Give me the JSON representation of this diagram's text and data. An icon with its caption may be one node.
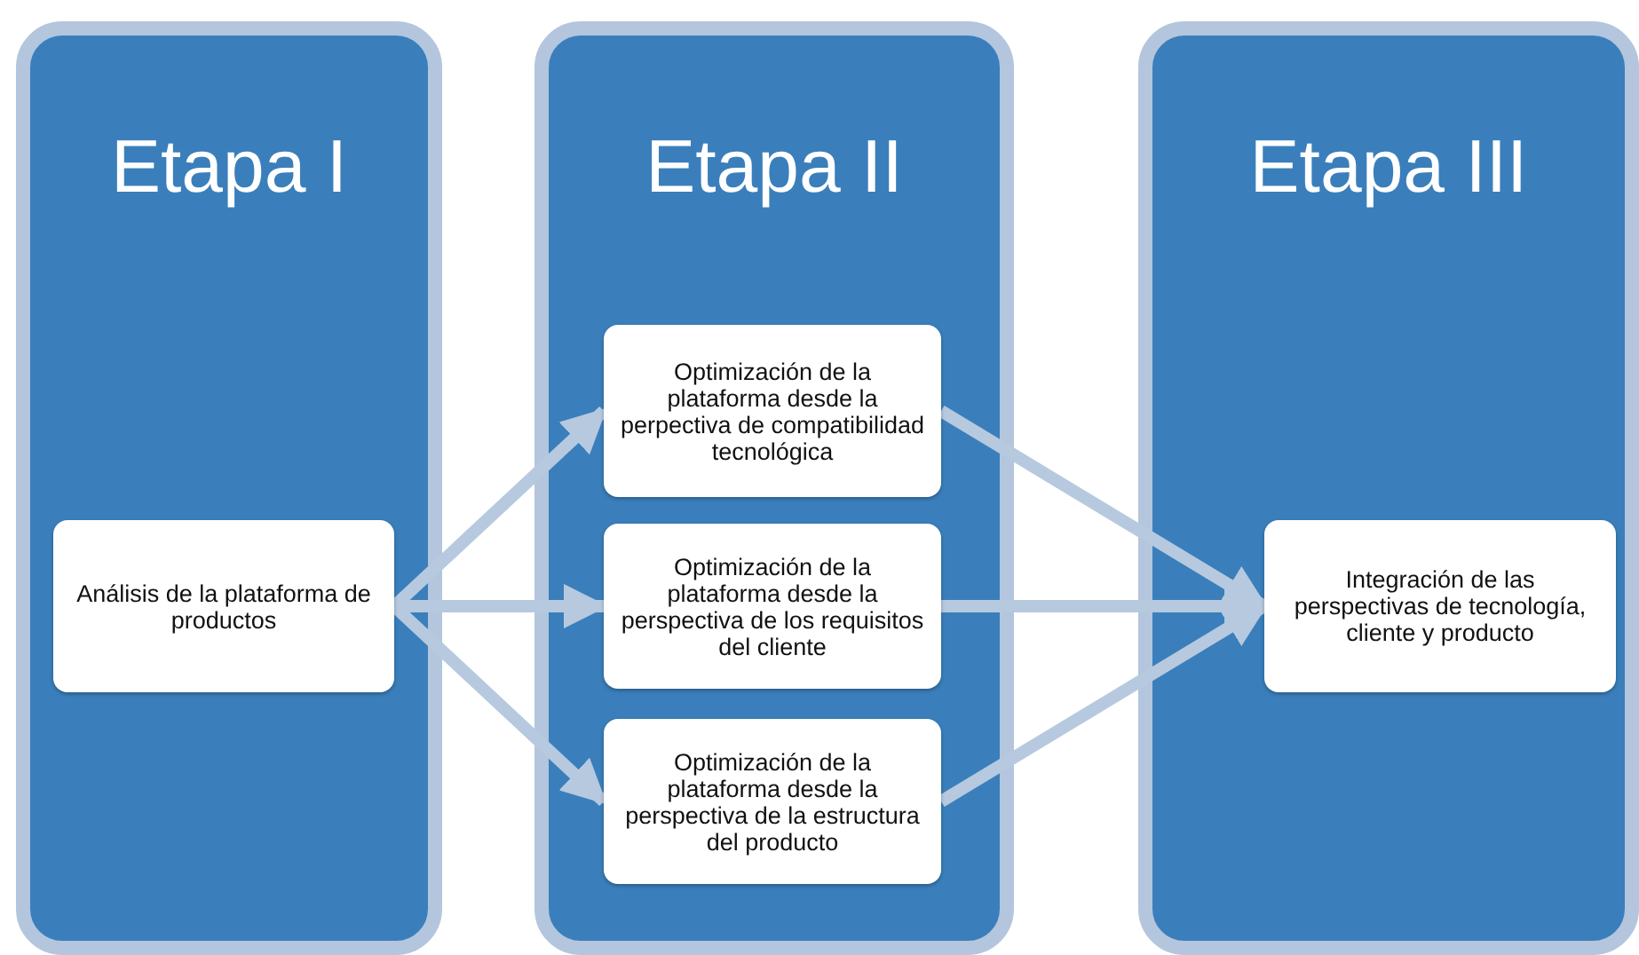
{
  "diagram": {
    "nodes": [
      {
        "text": [
          "Etapa I"
        ]
      },
      {
        "text": [
          "Etapa II"
        ]
      },
      {
        "text": [
          "Etapa III"
        ]
      },
      {
        "text": [
          "Análisis de la plataforma de productos"
        ],
        "in": 0
      },
      {
        "text": [
          "Optimización de la plataforma desde la perpectiva de compatibilidad tecnológica"
        ],
        "in": 1
      },
      {
        "text": [
          "Optimización de la plataforma desde la perspectiva de los requisitos del cliente"
        ],
        "in": 1
      },
      {
        "text": [
          "Optimización de la plataforma desde la perspectiva de la estructura del producto"
        ],
        "in": 1
      },
      {
        "text": [
          "Integración de las perspectivas de tecnología, cliente y producto"
        ],
        "in": 2
      }
    ],
    "edges": [
      {
        "from": 3,
        "to": 4,
        "arrow": "to"
      },
      {
        "from": 3,
        "to": 5,
        "arrow": "to"
      },
      {
        "from": 3,
        "to": 6,
        "arrow": "to"
      },
      {
        "from": 4,
        "to": 7,
        "arrow": "to"
      },
      {
        "from": 5,
        "to": 7,
        "arrow": "to"
      },
      {
        "from": 6,
        "to": 7,
        "arrow": "to"
      }
    ]
  }
}
